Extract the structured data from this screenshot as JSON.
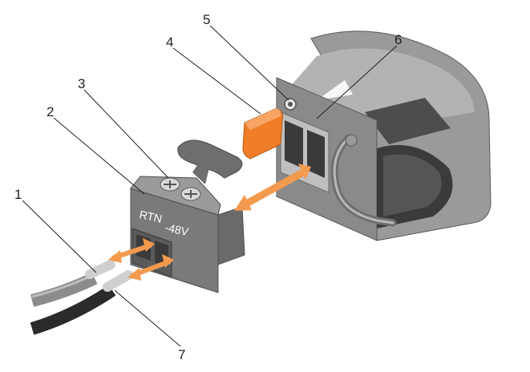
{
  "diagram": {
    "connector_label_left": "RTN",
    "connector_label_right": "-48V",
    "callouts": [
      {
        "number": "1"
      },
      {
        "number": "2"
      },
      {
        "number": "3"
      },
      {
        "number": "4"
      },
      {
        "number": "5"
      },
      {
        "number": "6"
      },
      {
        "number": "7"
      }
    ],
    "colors": {
      "psu_body": "#9a9a9a",
      "psu_dark": "#4d4d4d",
      "latch": "#f07d28",
      "arrow": "#f39a4e",
      "connector": "#7a7a7a",
      "wire_gray": "#8c8c8c",
      "wire_black": "#2b2b2b"
    }
  }
}
